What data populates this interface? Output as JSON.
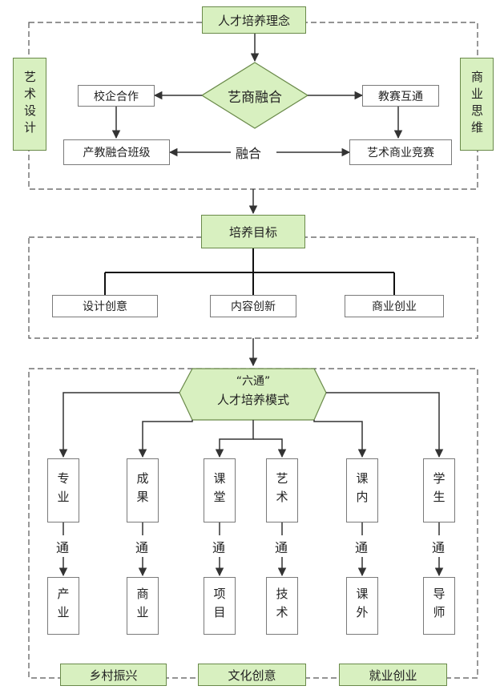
{
  "philosophy": {
    "title": "人才培养理念",
    "center": "艺商融合",
    "left_side": "艺术设计",
    "right_side": "商业思维",
    "top_left": "校企合作",
    "top_right": "教赛互通",
    "bottom_left": "产教融合班级",
    "bottom_right": "艺术商业竞赛",
    "fusion": "融合"
  },
  "goals": {
    "title": "培养目标",
    "items": [
      "设计创意",
      "内容创新",
      "商业创业"
    ]
  },
  "model": {
    "title_line1": "“六通”",
    "title_line2": "人才培养模式",
    "connector": "通",
    "pairs": [
      {
        "top": "专业",
        "bottom": "产业"
      },
      {
        "top": "成果",
        "bottom": "商业"
      },
      {
        "top": "课堂",
        "bottom": "项目"
      },
      {
        "top": "艺术",
        "bottom": "技术"
      },
      {
        "top": "课内",
        "bottom": "课外"
      },
      {
        "top": "学生",
        "bottom": "导师"
      }
    ],
    "outcomes": [
      "乡村振兴",
      "文化创意",
      "就业创业"
    ]
  }
}
